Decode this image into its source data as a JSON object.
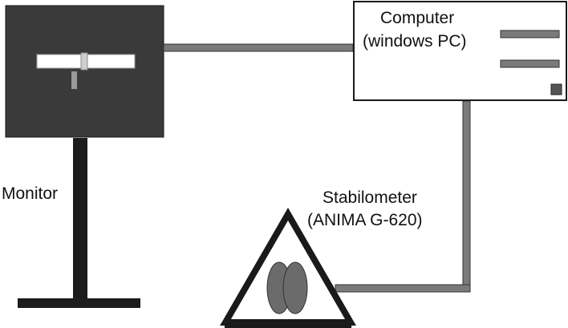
{
  "monitor": {
    "label": "Monitor"
  },
  "computer": {
    "name": "Computer",
    "type": "(windows PC)"
  },
  "stabilometer": {
    "name": "Stabilometer",
    "model": "(ANIMA G-620)"
  },
  "colors": {
    "monitor_screen": "#3a3a3a",
    "stand": "#1c1c1c",
    "cable": "#7a7a7a",
    "outline": "#1a1a1a",
    "footprint": "#6b6b6b",
    "computer_button": "#555555"
  }
}
